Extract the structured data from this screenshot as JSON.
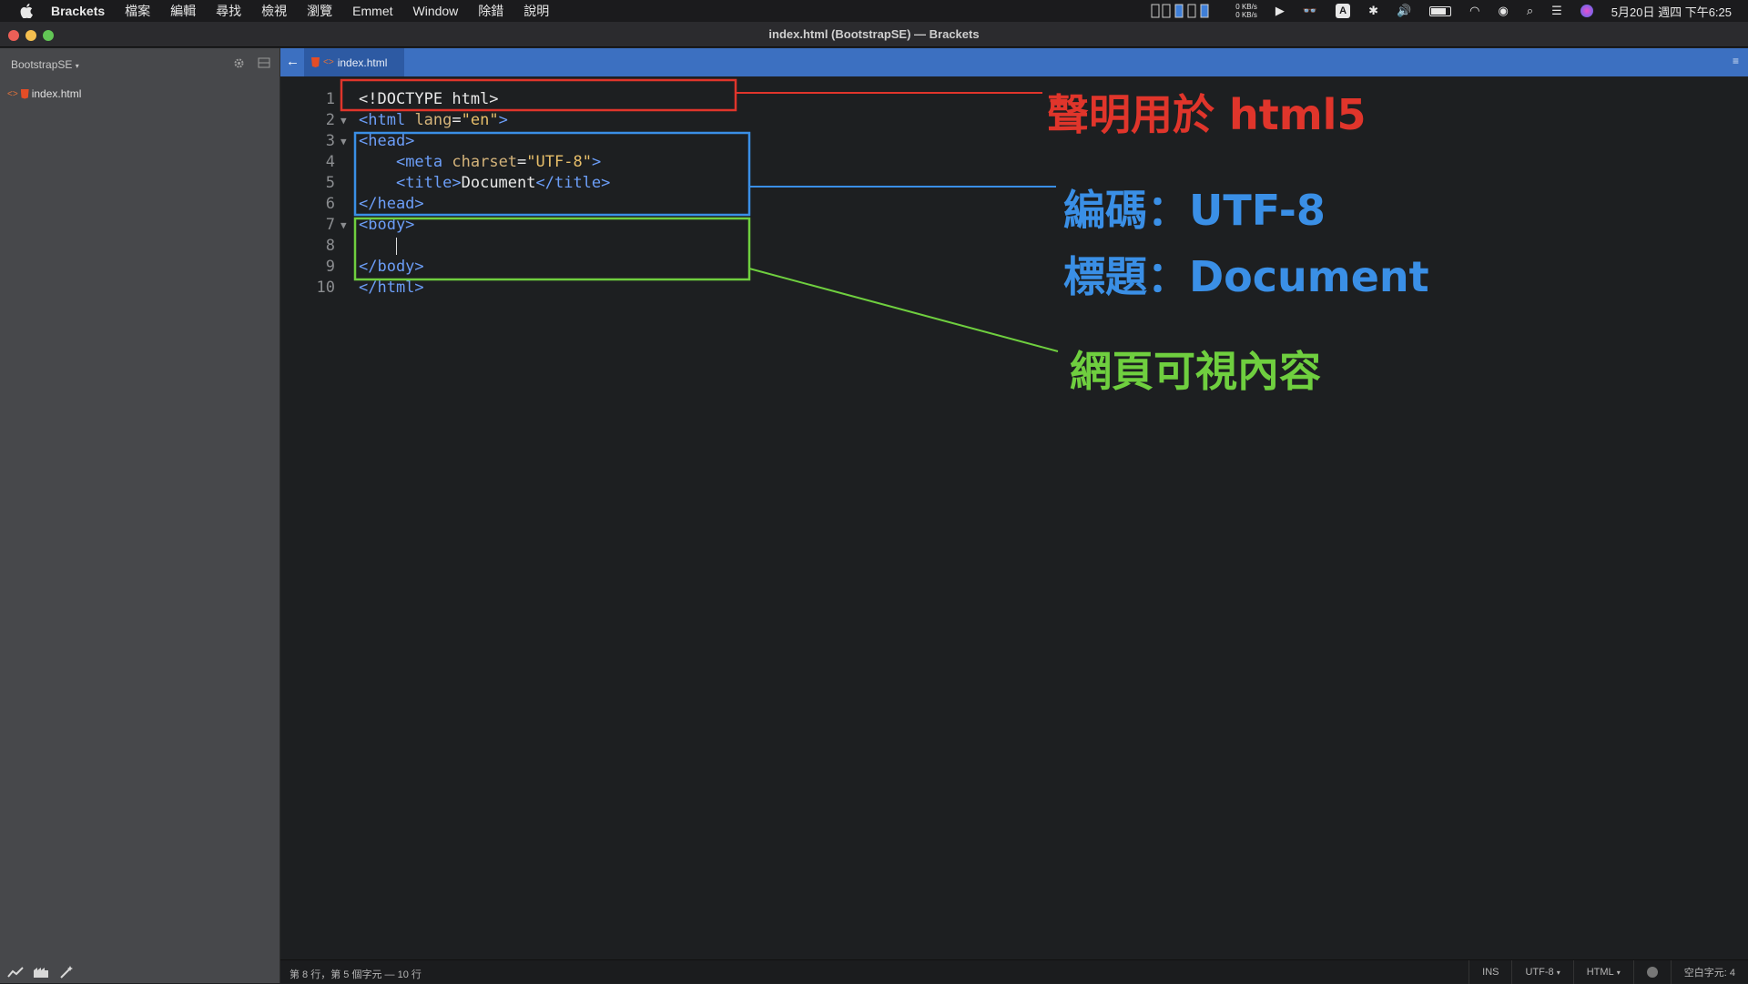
{
  "menubar": {
    "app_name": "Brackets",
    "items": [
      "檔案",
      "編輯",
      "尋找",
      "檢視",
      "瀏覽",
      "Emmet",
      "Window",
      "除錯",
      "說明"
    ],
    "net_up": "0 KB/s",
    "net_down": "0 KB/s",
    "clock": "5月20日 週四 下午6:25"
  },
  "window": {
    "title": "index.html (BootstrapSE) — Brackets"
  },
  "sidebar": {
    "project_name": "BootstrapSE",
    "files": [
      {
        "name": "index.html"
      }
    ]
  },
  "tabs": [
    {
      "label": "index.html"
    }
  ],
  "editor": {
    "lines": [
      {
        "no": "1",
        "fold": false
      },
      {
        "no": "2",
        "fold": true
      },
      {
        "no": "3",
        "fold": true
      },
      {
        "no": "4",
        "fold": false
      },
      {
        "no": "5",
        "fold": false
      },
      {
        "no": "6",
        "fold": false
      },
      {
        "no": "7",
        "fold": true
      },
      {
        "no": "8",
        "fold": false
      },
      {
        "no": "9",
        "fold": false
      },
      {
        "no": "10",
        "fold": false
      }
    ],
    "tokens": {
      "doctype": "<!DOCTYPE html>",
      "html_open": "<html",
      "lang_attr": "lang",
      "eq": "=",
      "lang_val": "\"en\"",
      "gt": ">",
      "head_open": "<head>",
      "meta_open": "<meta",
      "charset_attr": "charset",
      "charset_val": "\"UTF-8\"",
      "title_open": "<title>",
      "title_text": "Document",
      "title_close": "</title>",
      "head_close": "</head>",
      "body_open": "<body>",
      "body_close": "</body>",
      "html_close": "</html>"
    }
  },
  "annotations": {
    "doctype_note": "聲明用於 html5",
    "encoding_note": "編碼：UTF-8",
    "title_note": "標題：Document",
    "body_note": "網頁可視內容",
    "colors": {
      "red": "#e0352b",
      "blue": "#3a8fe6",
      "green": "#6fcf3f"
    }
  },
  "statusbar": {
    "position": "第 8 行，第 5 個字元 — 10 行",
    "mode": "INS",
    "encoding": "UTF-8",
    "language": "HTML",
    "spaces": "空白字元: 4"
  }
}
